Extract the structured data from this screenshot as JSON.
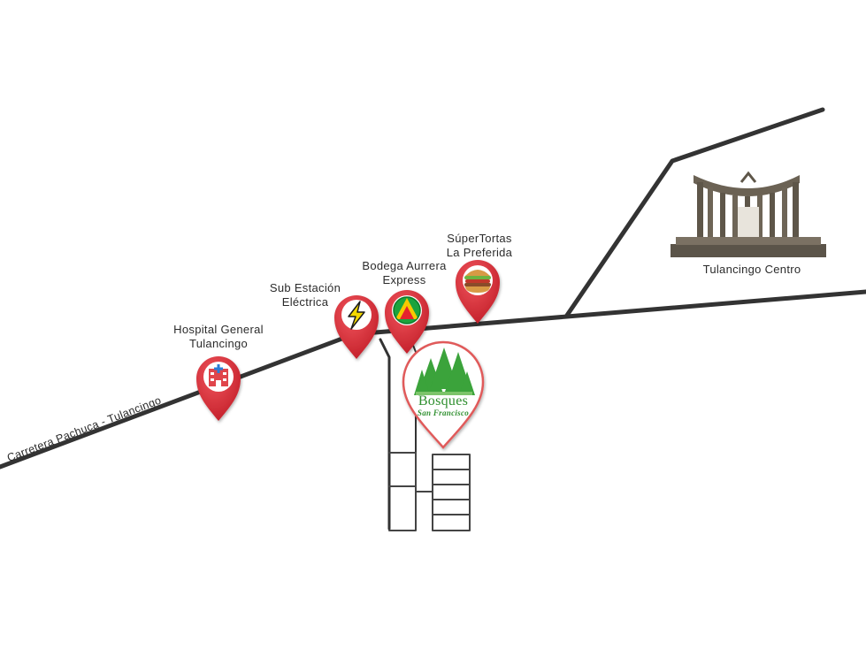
{
  "map": {
    "road_label": "Carretera Pachuca - Tulancingo",
    "places": [
      {
        "name_line1": "Hospital General",
        "name_line2": "Tulancingo",
        "icon": "hospital-icon"
      },
      {
        "name_line1": "Sub Estación",
        "name_line2": "Eléctrica",
        "icon": "lightning-icon"
      },
      {
        "name_line1": "Bodega Aurrera",
        "name_line2": "Express",
        "icon": "bodega-aurrera-logo-icon"
      },
      {
        "name_line1": "SúperTortas",
        "name_line2": "La Preferida",
        "icon": "sandwich-icon"
      }
    ],
    "landmark": {
      "name": "Tulancingo Centro",
      "icon": "monument-icon"
    },
    "development": {
      "logo_line1": "Bosques",
      "logo_line2": "San Francisco",
      "icon": "pine-trees-icon"
    },
    "colors": {
      "road": "#333333",
      "marker_red": "#d9303a",
      "development_green": "#3aa33a",
      "development_outline": "#e05a5a"
    }
  }
}
